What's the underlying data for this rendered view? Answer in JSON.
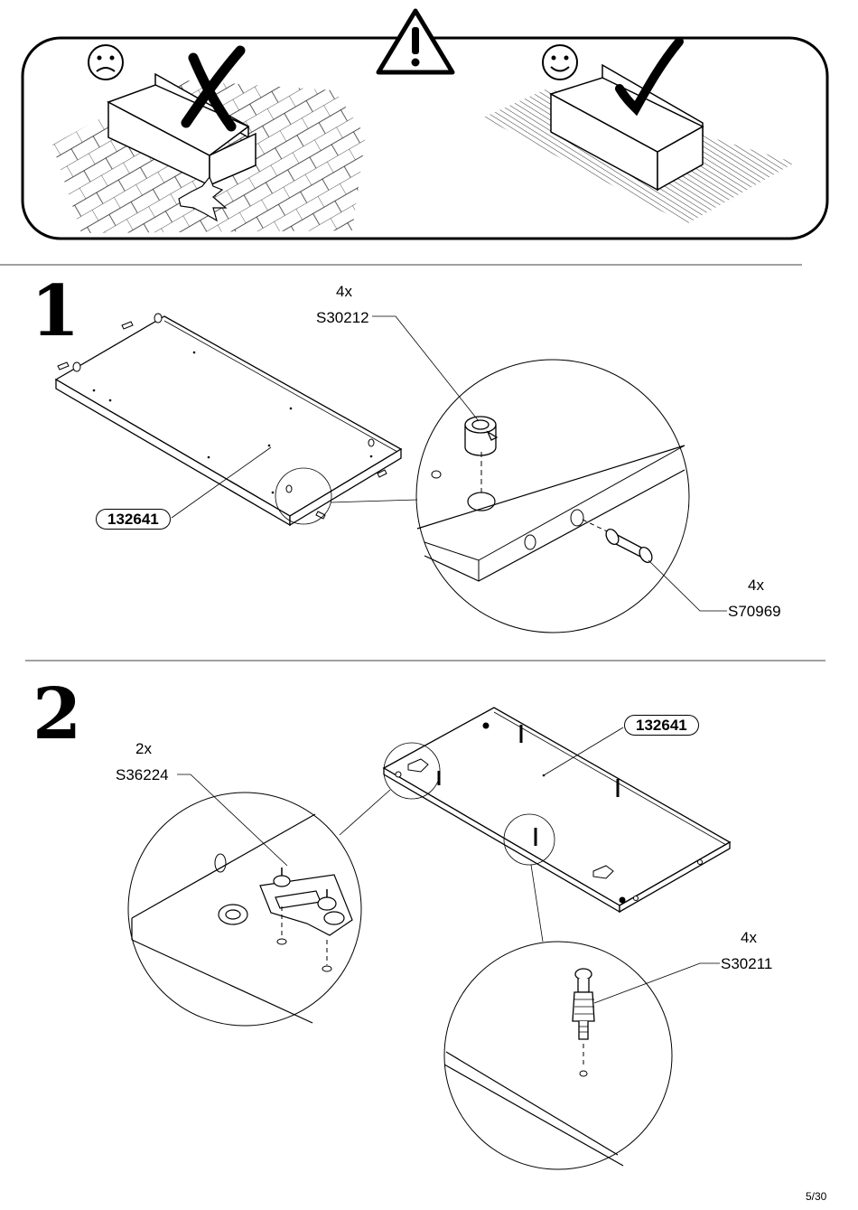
{
  "step1": {
    "number": "1",
    "panel_code": "132641",
    "parts": [
      {
        "qty": "4x",
        "code": "S30212"
      },
      {
        "qty": "4x",
        "code": "S70969"
      }
    ]
  },
  "step2": {
    "number": "2",
    "panel_code": "132641",
    "parts": [
      {
        "qty": "2x",
        "code": "S36224"
      },
      {
        "qty": "4x",
        "code": "S30211"
      }
    ]
  },
  "page_number": "5/30",
  "icons": [
    "warning-icon",
    "sad-face-icon",
    "happy-face-icon",
    "cross-mark-icon",
    "check-mark-icon"
  ]
}
